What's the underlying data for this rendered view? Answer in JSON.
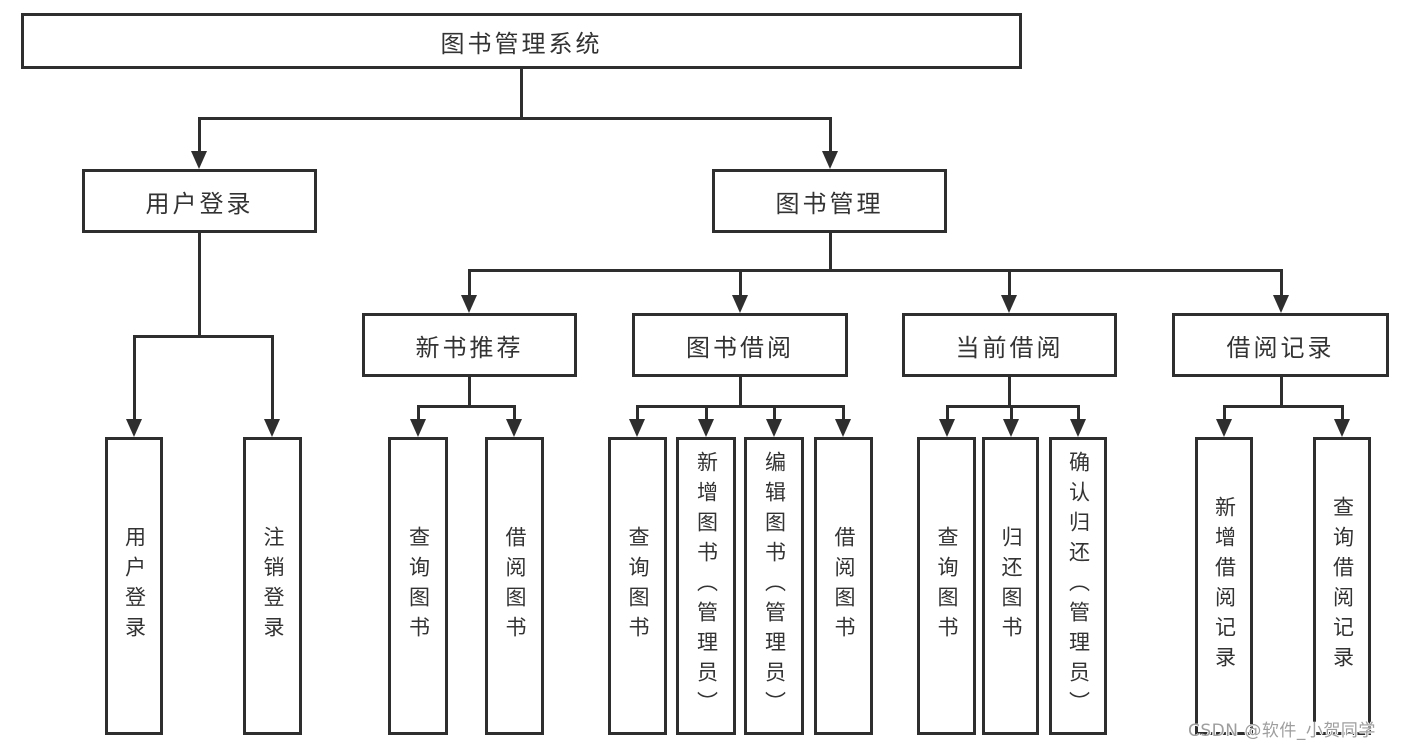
{
  "diagram_title": "图书管理系统",
  "watermark": "CSDN @软件_小贺同学",
  "colors": {
    "line": "#2e2e2e",
    "text": "#333333",
    "background": "#ffffff",
    "watermark": "#9e9e9e"
  },
  "nodes": {
    "root": {
      "label": "图书管理系统"
    },
    "user_login": {
      "label": "用户登录"
    },
    "book_management": {
      "label": "图书管理"
    },
    "new_book_recommend": {
      "label": "新书推荐"
    },
    "book_borrowing": {
      "label": "图书借阅"
    },
    "current_borrowing": {
      "label": "当前借阅"
    },
    "borrowing_records": {
      "label": "借阅记录"
    },
    "leaf_user_login": {
      "label": "用户登录"
    },
    "leaf_logout": {
      "label": "注销登录"
    },
    "leaf_nb_query_books": {
      "label": "查询图书"
    },
    "leaf_nb_borrow_books": {
      "label": "借阅图书"
    },
    "leaf_bb_query_books": {
      "label": "查询图书"
    },
    "leaf_bb_add_books": {
      "label": "新增图书（管理员）"
    },
    "leaf_bb_edit_books": {
      "label": "编辑图书（管理员）"
    },
    "leaf_bb_borrow_books": {
      "label": "借阅图书"
    },
    "leaf_cb_query_books": {
      "label": "查询图书"
    },
    "leaf_cb_return_books": {
      "label": "归还图书"
    },
    "leaf_cb_confirm_return": {
      "label": "确认归还（管理员）"
    },
    "leaf_br_add_record": {
      "label": "新增借阅记录"
    },
    "leaf_br_query_record": {
      "label": "查询借阅记录"
    }
  },
  "hierarchy": {
    "图书管理系统": {
      "用户登录": [
        "用户登录",
        "注销登录"
      ],
      "图书管理": {
        "新书推荐": [
          "查询图书",
          "借阅图书"
        ],
        "图书借阅": [
          "查询图书",
          "新增图书（管理员）",
          "编辑图书（管理员）",
          "借阅图书"
        ],
        "当前借阅": [
          "查询图书",
          "归还图书",
          "确认归还（管理员）"
        ],
        "借阅记录": [
          "新增借阅记录",
          "查询借阅记录"
        ]
      }
    }
  }
}
